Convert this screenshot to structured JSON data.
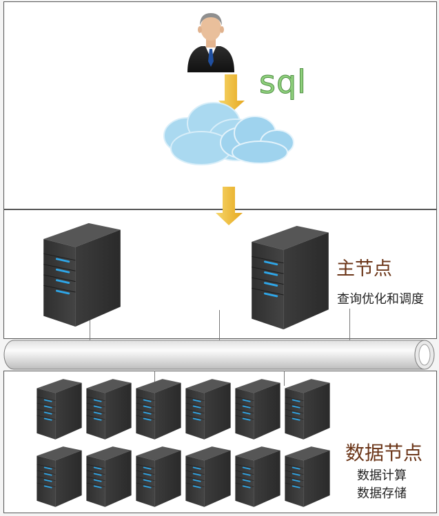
{
  "diagram": {
    "query_label": "sql",
    "master": {
      "title": "主节点",
      "subtitle": "查询优化和调度"
    },
    "data_nodes": {
      "title": "数据节点",
      "subtitle_lines": [
        "数据计算",
        "数据存储"
      ],
      "server_count": 12
    },
    "colors": {
      "sql_text": "#8fd07c",
      "node_title": "#6b3518",
      "arrow": "#f2c53a",
      "cloud": "#a9d9f0",
      "server_body": "#3a3a3a",
      "server_led": "#2ea6e8"
    },
    "icons": [
      "user-icon",
      "arrow-down-icon",
      "cloud-icon",
      "server-icon",
      "pipe-bus"
    ]
  }
}
